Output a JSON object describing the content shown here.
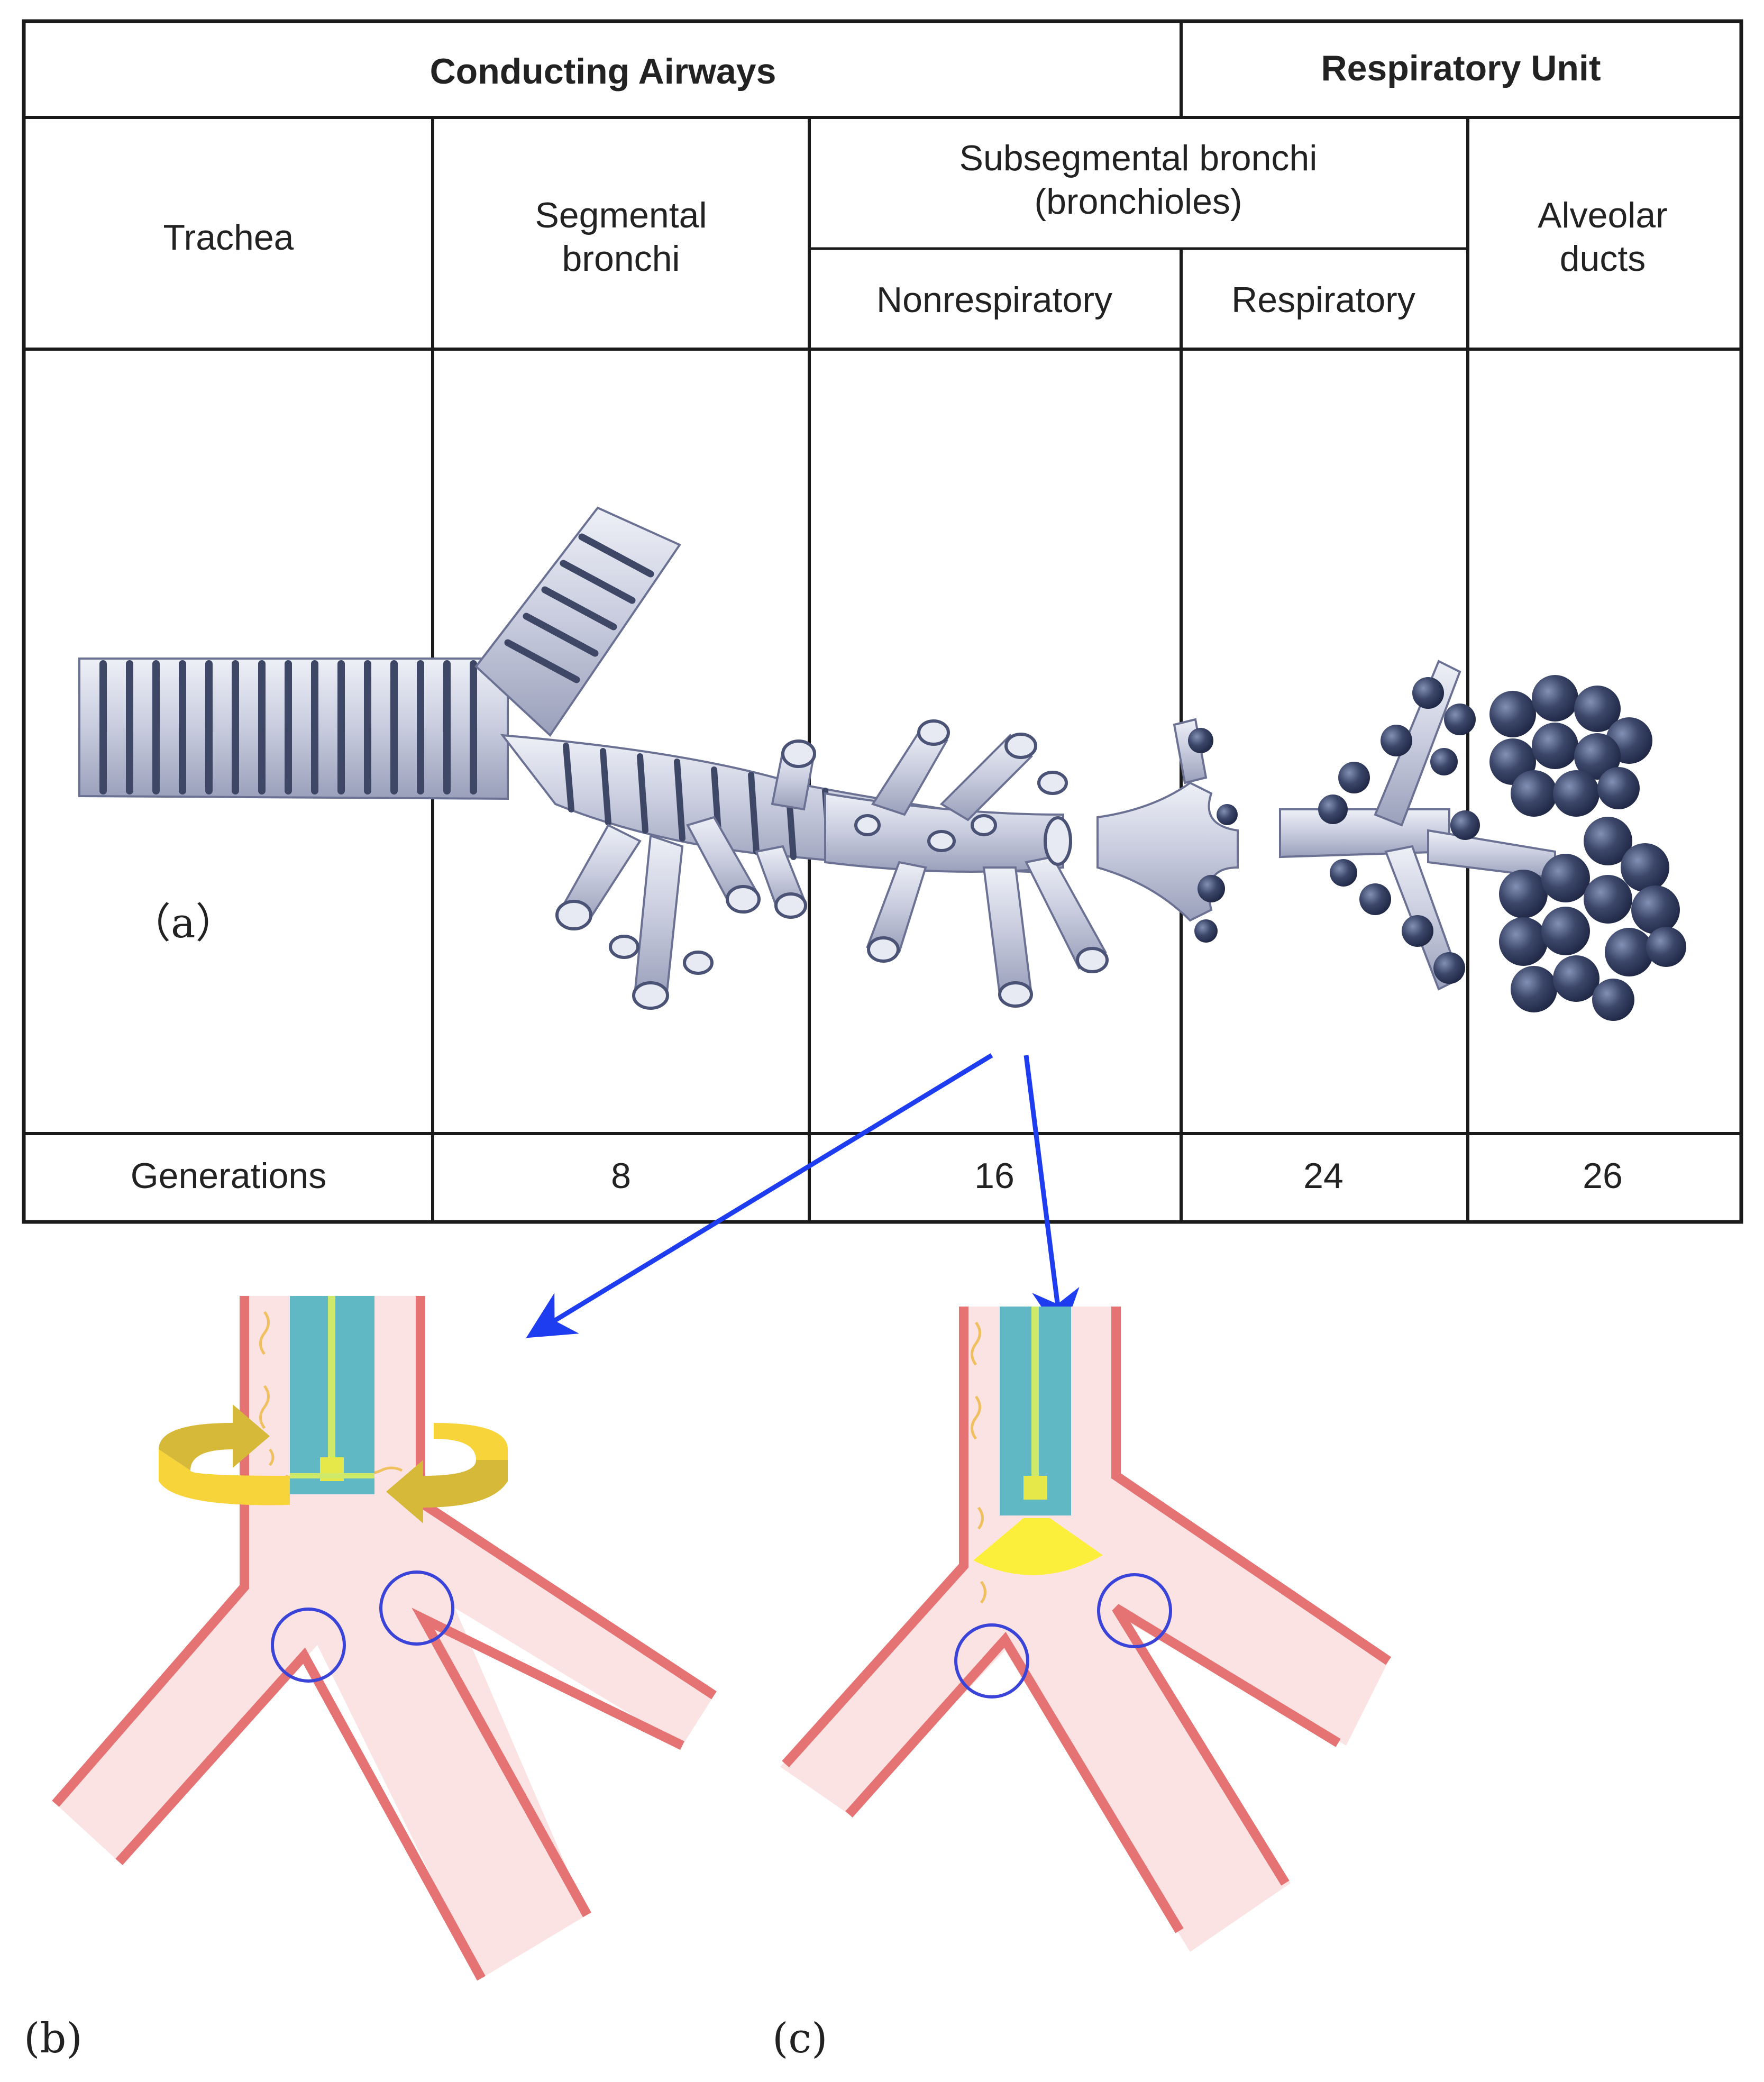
{
  "header": {
    "conducting_airways": "Conducting Airways",
    "respiratory_unit": "Respiratory Unit"
  },
  "columns": {
    "trachea": "Trachea",
    "segmental_bronchi": [
      "Segmental",
      "bronchi"
    ],
    "subsegmental_bronchi": [
      "Subsegmental bronchi",
      "(bronchioles)"
    ],
    "nonrespiratory": "Nonrespiratory",
    "respiratory": "Respiratory",
    "alveolar_ducts": [
      "Alveolar",
      "ducts"
    ]
  },
  "generations": {
    "label": "Generations",
    "values": [
      "8",
      "16",
      "24",
      "26"
    ]
  },
  "panels": {
    "a": "（a）",
    "b": "(b)",
    "c": "(c)"
  },
  "colors": {
    "table_border": "#1a1a1a",
    "airway_fill": "#c9ccde",
    "airway_ring": "#5d6585",
    "alveoli": "#2f3a5c",
    "arrow": "#1e3cf0",
    "bronchus_wall": "#e57373",
    "bronchus_fill": "#fbe3e3",
    "scope": "#5fb8c4",
    "scope_core": "#cfe96a",
    "rotation": "#f6d43a",
    "ultrasound": "#fbef3c",
    "highlight_circle": "#3a44d8"
  }
}
